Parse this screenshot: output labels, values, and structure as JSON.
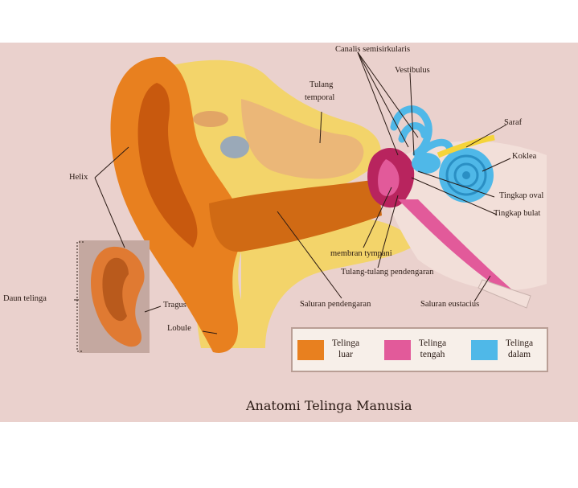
{
  "colors": {
    "background": "#ead1cd",
    "outer_ear": "#e8801f",
    "middle_ear": "#e25a9a",
    "inner_ear": "#4fb8e8",
    "bone": "#f3d46a"
  },
  "labels": {
    "canalis": "Canalis semisirkularis",
    "vestibulus": "Vestibulus",
    "tulang_temporal_1": "Tulang",
    "tulang_temporal_2": "temporal",
    "saraf": "Saraf",
    "koklea": "Koklea",
    "tingkap_oval": "Tingkap oval",
    "tingkap_bulat": "Tingkap bulat",
    "helix": "Helix",
    "daun_telinga": "Daun telinga",
    "tragus": "Tragus",
    "lobule": "Lobule",
    "membran_tympani": "membran tympani",
    "tulang_pendengaran": "Tulang-tulang pendengaran",
    "saluran_pendengaran": "Saluran pendengaran",
    "saluran_eustacius": "Saluran eustacius"
  },
  "legend": [
    {
      "line1": "Telinga",
      "line2": "luar",
      "color": "#e8801f"
    },
    {
      "line1": "Telinga",
      "line2": "tengah",
      "color": "#e25a9a"
    },
    {
      "line1": "Telinga",
      "line2": "dalam",
      "color": "#4fb8e8"
    }
  ],
  "title": "Anatomi Telinga Manusia"
}
